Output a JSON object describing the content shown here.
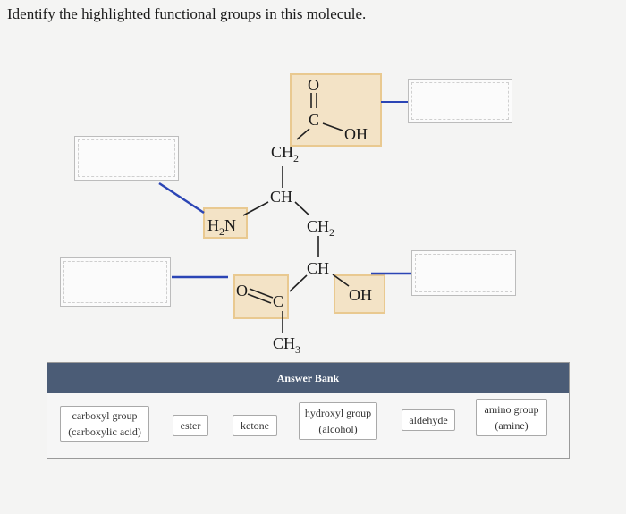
{
  "question": "Identify the highlighted functional groups in this molecule.",
  "molecule": {
    "o_top": "O",
    "c_top": "C",
    "oh_top": "OH",
    "ch2_top": "CH",
    "ch2_top_sub": "2",
    "ch_mid": "CH",
    "h2n_h": "H",
    "h2n_sub": "2",
    "h2n_n": "N",
    "ch2_right": "CH",
    "ch2_right_sub": "2",
    "ch_lower": "CH",
    "oh_lower": "OH",
    "o_ketone": "O",
    "c_ketone": "C",
    "ch3": "CH",
    "ch3_sub": "3"
  },
  "answer_bank": {
    "header": "Answer Bank",
    "tiles": [
      {
        "line1": "carboxyl group",
        "line2": "(carboxylic acid)"
      },
      {
        "line1": "ester",
        "line2": ""
      },
      {
        "line1": "ketone",
        "line2": ""
      },
      {
        "line1": "hydroxyl group",
        "line2": "(alcohol)"
      },
      {
        "line1": "aldehyde",
        "line2": ""
      },
      {
        "line1": "amino group",
        "line2": "(amine)"
      }
    ]
  },
  "colors": {
    "highlight_fill": "#f3e3c6",
    "highlight_border": "#e9c990",
    "connector": "#2b45b5",
    "header_bg": "#4b5c76"
  }
}
